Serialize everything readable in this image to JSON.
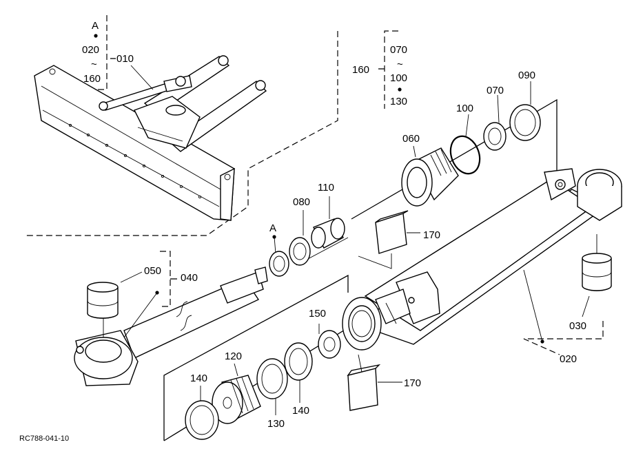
{
  "drawing": {
    "code": "RC788-041-10",
    "callouts": {
      "c010": "010",
      "c020": "020",
      "c030": "030",
      "c040": "040",
      "c050": "050",
      "c060": "060",
      "c070": "070",
      "c080": "080",
      "c090": "090",
      "c100": "100",
      "c110": "110",
      "c120": "120",
      "c130": "130",
      "c140a": "140",
      "c140b": "140",
      "c150": "150",
      "c160": "160",
      "c170a": "170",
      "c170b": "170"
    },
    "group_010": {
      "top": "A",
      "from": "020",
      "tilde": "~",
      "to": "160"
    },
    "group_160": {
      "from": "070",
      "tilde": "~",
      "mid": "100",
      "to": "130"
    },
    "marker_a": "A"
  }
}
